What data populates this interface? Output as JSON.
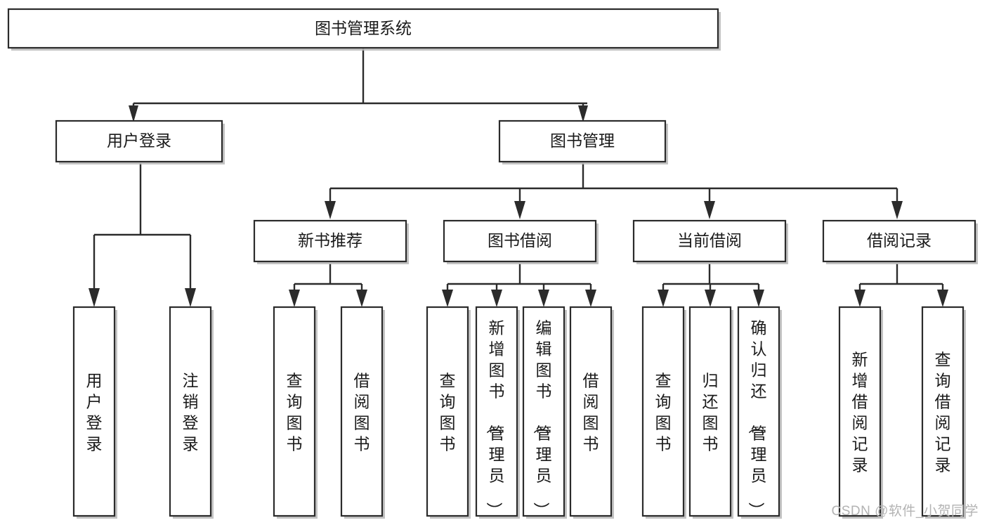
{
  "diagram": {
    "type": "tree-hierarchy-chart",
    "title": "图书管理系统",
    "background_color": "#ffffff",
    "box_fill": "#ffffff",
    "box_stroke": "#2b2b2b",
    "text_color": "#1a1a1a",
    "watermark": "CSDN @软件_小贺同学",
    "levels": [
      {
        "level": 1,
        "nodes": [
          {
            "id": "root",
            "label": "图书管理系统",
            "orientation": "horizontal"
          }
        ]
      },
      {
        "level": 2,
        "nodes": [
          {
            "id": "login",
            "label": "用户登录",
            "orientation": "horizontal",
            "parent": "root"
          },
          {
            "id": "bookmgmt",
            "label": "图书管理",
            "orientation": "horizontal",
            "parent": "root"
          }
        ]
      },
      {
        "level": 3,
        "nodes": [
          {
            "id": "newbook",
            "label": "新书推荐",
            "orientation": "horizontal",
            "parent": "bookmgmt"
          },
          {
            "id": "borrow",
            "label": "图书借阅",
            "orientation": "horizontal",
            "parent": "bookmgmt"
          },
          {
            "id": "current",
            "label": "当前借阅",
            "orientation": "horizontal",
            "parent": "bookmgmt"
          },
          {
            "id": "records",
            "label": "借阅记录",
            "orientation": "horizontal",
            "parent": "bookmgmt"
          }
        ]
      },
      {
        "level": 4,
        "nodes": [
          {
            "id": "leaf-1",
            "label": "用户登录",
            "orientation": "vertical",
            "parent": "login"
          },
          {
            "id": "leaf-2",
            "label": "注销登录",
            "orientation": "vertical",
            "parent": "login"
          },
          {
            "id": "leaf-3",
            "label": "查询图书",
            "orientation": "vertical",
            "parent": "newbook"
          },
          {
            "id": "leaf-4",
            "label": "借阅图书",
            "orientation": "vertical",
            "parent": "newbook"
          },
          {
            "id": "leaf-5",
            "label": "查询图书",
            "orientation": "vertical",
            "parent": "borrow"
          },
          {
            "id": "leaf-6",
            "label": "新增图书（管理员）",
            "orientation": "vertical",
            "parent": "borrow"
          },
          {
            "id": "leaf-7",
            "label": "编辑图书（管理员）",
            "orientation": "vertical",
            "parent": "borrow"
          },
          {
            "id": "leaf-8",
            "label": "借阅图书",
            "orientation": "vertical",
            "parent": "borrow"
          },
          {
            "id": "leaf-9",
            "label": "查询图书",
            "orientation": "vertical",
            "parent": "current"
          },
          {
            "id": "leaf-10",
            "label": "归还图书",
            "orientation": "vertical",
            "parent": "current"
          },
          {
            "id": "leaf-11",
            "label": "确认归还（管理员）",
            "orientation": "vertical",
            "parent": "current"
          },
          {
            "id": "leaf-12",
            "label": "新增借阅记录",
            "orientation": "vertical",
            "parent": "records"
          },
          {
            "id": "leaf-13",
            "label": "查询借阅记录",
            "orientation": "vertical",
            "parent": "records"
          }
        ]
      }
    ]
  }
}
